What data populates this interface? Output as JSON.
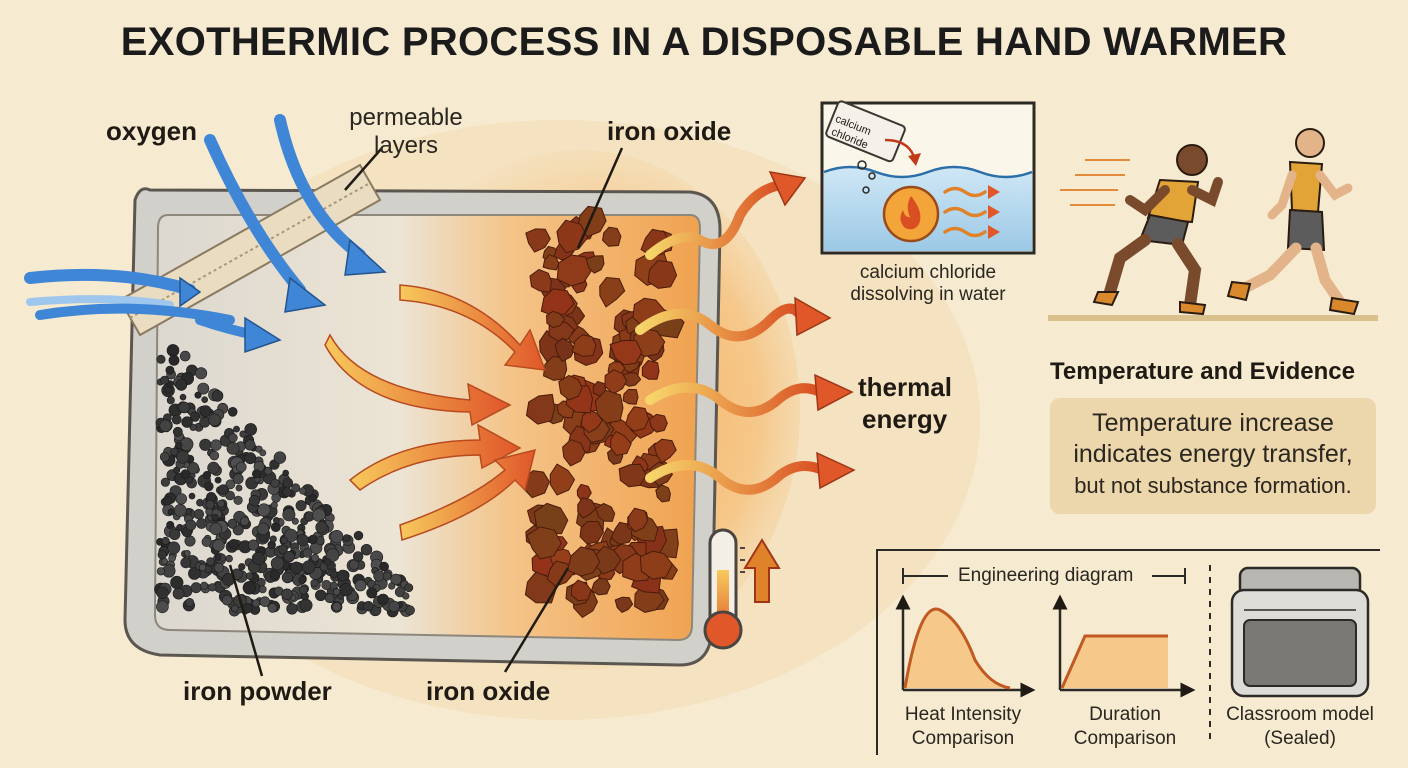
{
  "title": "EXOTHERMIC PROCESS IN A DISPOSABLE HAND WARMER",
  "labels": {
    "oxygen": "oxygen",
    "permeable_line1": "permeable",
    "permeable_line2": "layers",
    "iron_oxide_top": "iron oxide",
    "iron_oxide_bottom": "iron oxide",
    "iron_powder": "iron powder",
    "thermal_line1": "thermal",
    "thermal_line2": "energy",
    "beaker_line1": "calcium chloride",
    "beaker_line2": "dissolving in water",
    "packet_line1": "calcium",
    "packet_line2": "chloride"
  },
  "evidence": {
    "heading": "Temperature and Evidence",
    "line1": "Temperature increase",
    "line2": "indicates energy transfer,",
    "line3": "but not substance formation."
  },
  "engineering": {
    "heading": "Engineering diagram",
    "chart1_line1": "Heat Intensity",
    "chart1_line2": "Comparison",
    "chart2_line1": "Duration",
    "chart2_line2": "Comparison",
    "model_line1": "Classroom model",
    "model_line2": "(Sealed)"
  },
  "colors": {
    "background": "#f6ead0",
    "oxygen_arrow": "#3f86d6",
    "heat_arrow": "#e0572a",
    "iron_powder": "#3a3a3a",
    "iron_oxide": "#8a3a1c",
    "evidence_box": "#ecd6ab"
  }
}
